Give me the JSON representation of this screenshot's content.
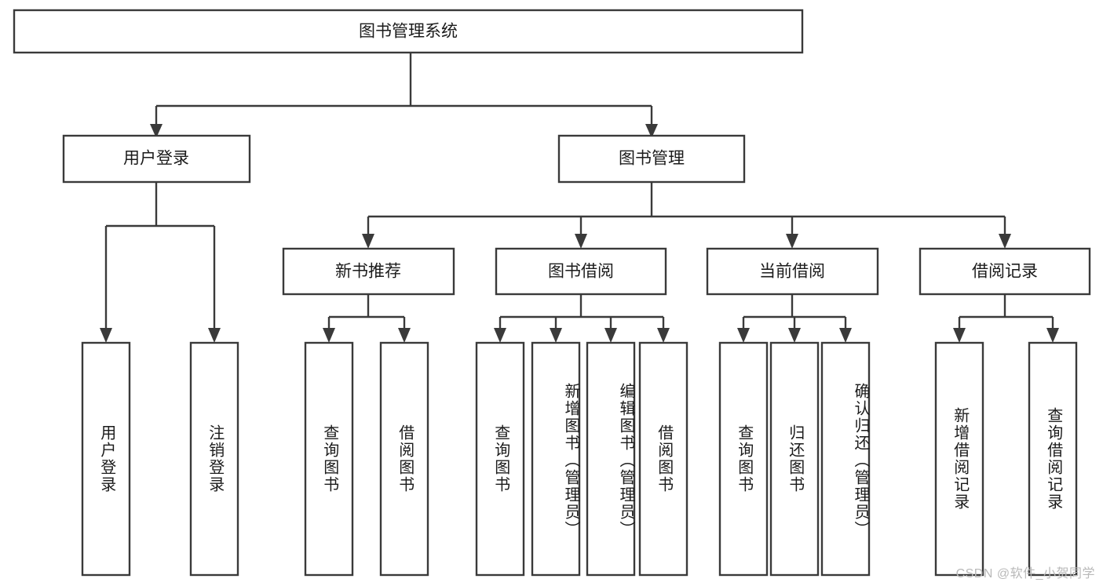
{
  "diagram": {
    "type": "tree",
    "title": "图书管理系统",
    "orientation": "top-down",
    "colors": {
      "background": "#ffffff",
      "box_fill": "#ffffff",
      "box_stroke": "#3a3a3a",
      "text": "#1b1b1b",
      "watermark": "#b9b9b9"
    },
    "root": {
      "label": "图书管理系统"
    },
    "level2": [
      {
        "label": "用户登录"
      },
      {
        "label": "图书管理"
      }
    ],
    "level3": [
      {
        "label": "新书推荐"
      },
      {
        "label": "图书借阅"
      },
      {
        "label": "当前借阅"
      },
      {
        "label": "借阅记录"
      }
    ],
    "leaves_user_login": [
      {
        "label": "用户登录"
      },
      {
        "label": "注销登录"
      }
    ],
    "leaves_new_book": [
      {
        "label": "查询图书"
      },
      {
        "label": "借阅图书"
      }
    ],
    "leaves_borrow": [
      {
        "label": "查询图书"
      },
      {
        "label": "新增图书（管理员）"
      },
      {
        "label": "编辑图书（管理员）"
      },
      {
        "label": "借阅图书"
      }
    ],
    "leaves_current": [
      {
        "label": "查询图书"
      },
      {
        "label": "归还图书"
      },
      {
        "label": "确认归还（管理员）"
      }
    ],
    "leaves_record": [
      {
        "label": "新增借阅记录"
      },
      {
        "label": "查询借阅记录"
      }
    ],
    "watermark": "CSDN @软件_小贺同学"
  }
}
